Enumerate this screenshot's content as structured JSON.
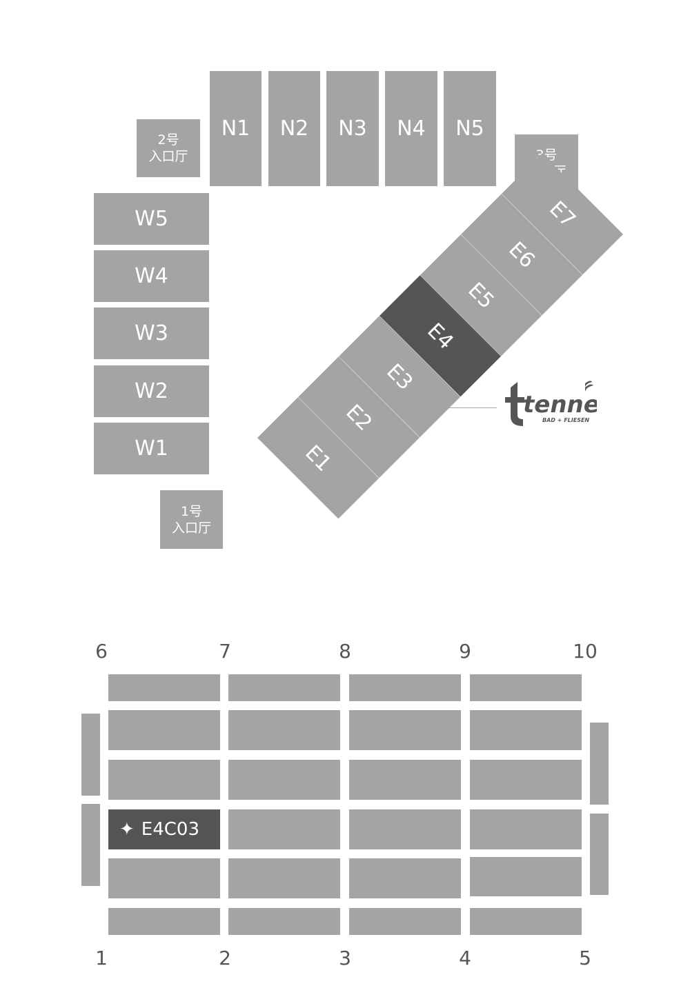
{
  "map": {
    "north_halls": [
      "N1",
      "N2",
      "N3",
      "N4",
      "N5"
    ],
    "west_halls": [
      "W5",
      "W4",
      "W3",
      "W2",
      "W1"
    ],
    "east_halls": [
      "E1",
      "E2",
      "E3",
      "E4",
      "E5",
      "E6",
      "E7"
    ],
    "highlighted_hall": "E4",
    "lobbies": {
      "lobby1": {
        "line1": "1号",
        "line2": "入口厅"
      },
      "lobby2": {
        "line1": "2号",
        "line2": "入口厅"
      },
      "lobby3": {
        "line1": "3号",
        "line2": "入口厅"
      }
    },
    "exhibitor_logo": {
      "name": "tenne",
      "tagline": "BAD + FLIESEN"
    },
    "colors": {
      "hall": "#a4a4a4",
      "highlight": "#555555",
      "label": "#ffffff",
      "axis": "#555555"
    }
  },
  "floorplan": {
    "top_axis": [
      "6",
      "7",
      "8",
      "9",
      "10"
    ],
    "bottom_axis": [
      "1",
      "2",
      "3",
      "4",
      "5"
    ],
    "highlighted_booth": "E4C03",
    "booth_marker_icon": "four-point-star-icon"
  }
}
